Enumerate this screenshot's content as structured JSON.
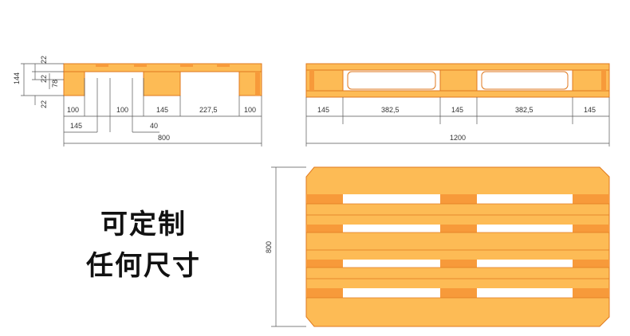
{
  "colors": {
    "wood": "#FDBB55",
    "wood_dark": "#F79A3A",
    "outline": "#E07A20",
    "dim_line": "#555555"
  },
  "promo": {
    "line1": "可定制",
    "line2": "任何尺寸"
  },
  "side_view": {
    "height_labels": {
      "total": "144",
      "top": "22",
      "middle": "22",
      "block": "78",
      "bottom": "22"
    },
    "segment_labels": [
      "100",
      "100",
      "145",
      "227,5",
      "100"
    ],
    "sub_labels": [
      "145",
      "40"
    ],
    "overall": "800"
  },
  "end_view": {
    "segment_labels": [
      "145",
      "382,5",
      "145",
      "382,5",
      "145"
    ],
    "overall": "1200"
  },
  "top_view": {
    "height_label": "800"
  }
}
